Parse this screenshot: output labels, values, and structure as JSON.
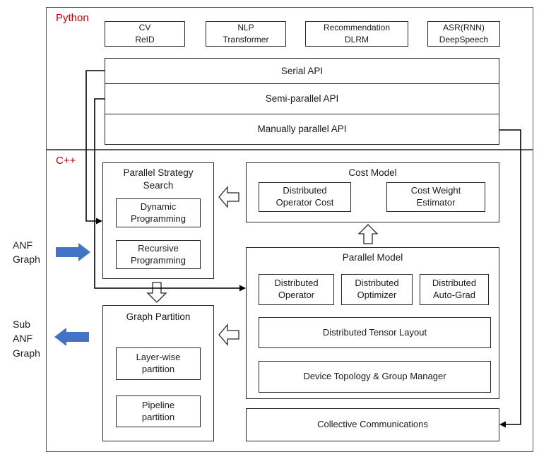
{
  "python": {
    "label": "Python",
    "apps": [
      {
        "text": "CV\nReID"
      },
      {
        "text": "NLP\nTransformer"
      },
      {
        "text": "Recommendation\nDLRM"
      },
      {
        "text": "ASR(RNN)\nDeepSpeech"
      }
    ],
    "apis": [
      "Serial API",
      "Semi-parallel API",
      "Manually parallel API"
    ]
  },
  "cpp": {
    "label": "C++",
    "parallel_strategy_search": {
      "title": "Parallel Strategy\nSearch",
      "dynamic_programming": "Dynamic\nProgramming",
      "recursive_programming": "Recursive\nProgramming"
    },
    "cost_model": {
      "title": "Cost Model",
      "distributed_operator_cost": "Distributed\nOperator Cost",
      "cost_weight_estimator": "Cost Weight\nEstimator"
    },
    "parallel_model": {
      "title": "Parallel Model",
      "distributed_operator": "Distributed\nOperator",
      "distributed_optimizer": "Distributed\nOptimizer",
      "distributed_auto_grad": "Distributed\nAuto-Grad",
      "distributed_tensor_layout": "Distributed Tensor Layout",
      "device_topology_group_manager": "Device Topology & Group Manager"
    },
    "graph_partition": {
      "title": "Graph Partition",
      "layer_wise_partition": "Layer-wise\npartition",
      "pipeline_partition": "Pipeline\npartition"
    },
    "collective_communications": "Collective Communications"
  },
  "side": {
    "anf_graph": "ANF\nGraph",
    "sub_anf_graph": "Sub\nANF\nGraph"
  },
  "colors": {
    "section_label": "#c00000",
    "blue_arrow": "#4472c4",
    "line": "#000000"
  }
}
